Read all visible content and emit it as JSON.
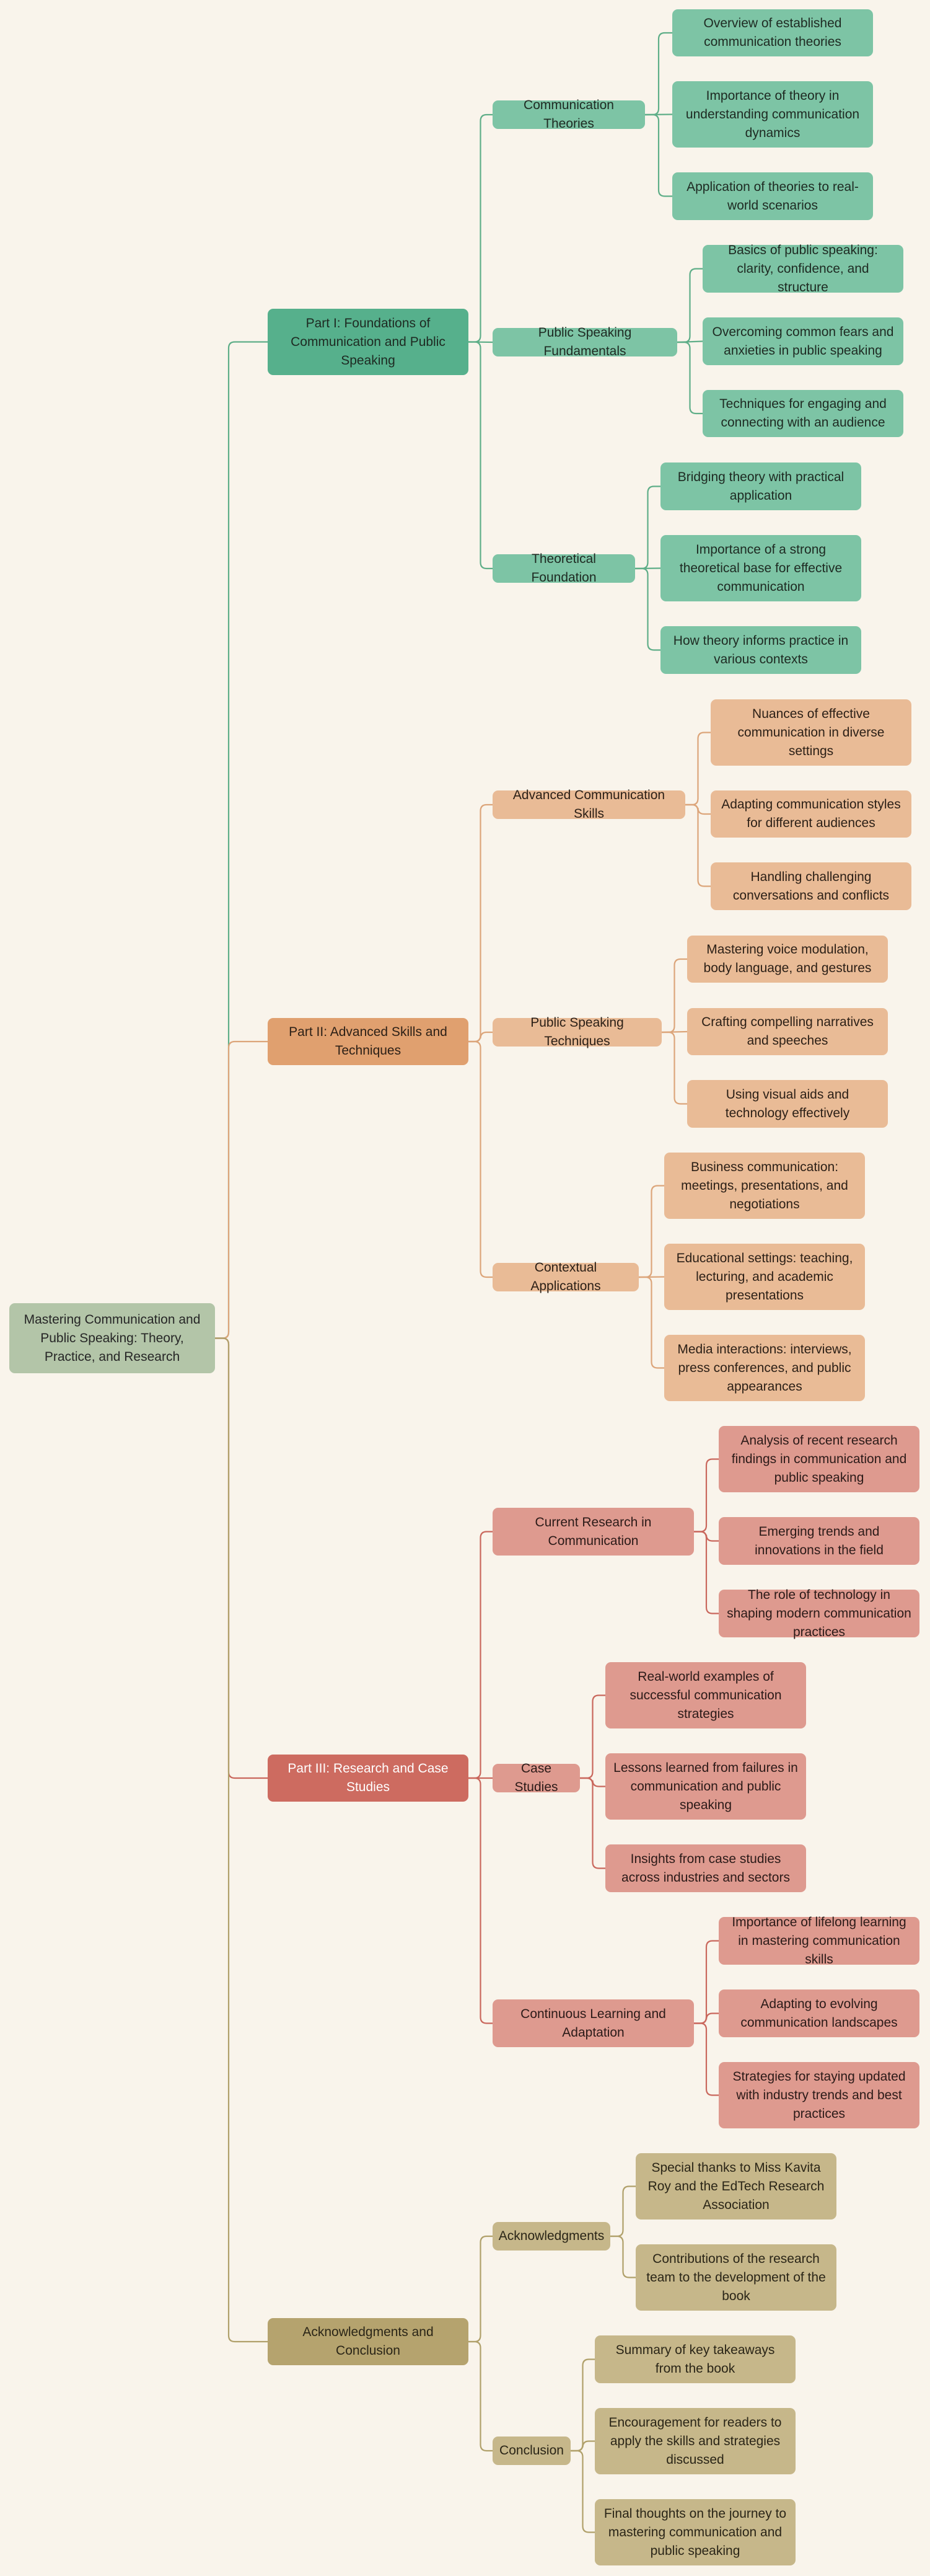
{
  "colors": {
    "background": "#f9f4eb",
    "root": "#b3c5a8",
    "part1": "#56b08c",
    "part1_leaf": "#7dc4a5",
    "part1_line": "#5fae88",
    "part2": "#e0a06f",
    "part2_leaf": "#e9bb96",
    "part2_line": "#dca57a",
    "part3": "#cd6b60",
    "part3_leaf": "#de9a8f",
    "part3_line": "#c9675c",
    "part4": "#b5a36e",
    "part4_leaf": "#c6b78a",
    "part4_line": "#b0a06a"
  },
  "mindmap": {
    "root": "Mastering Communication and Public Speaking: Theory, Practice, and Research",
    "parts": [
      {
        "label": "Part I: Foundations of Communication and Public Speaking",
        "topics": [
          {
            "label": "Communication Theories",
            "items": [
              "Overview of established communication theories",
              "Importance of theory in understanding communication dynamics",
              "Application of theories to real-world scenarios"
            ]
          },
          {
            "label": "Public Speaking Fundamentals",
            "items": [
              "Basics of public speaking: clarity, confidence, and structure",
              "Overcoming common fears and anxieties in public speaking",
              "Techniques for engaging and connecting with an audience"
            ]
          },
          {
            "label": "Theoretical Foundation",
            "items": [
              "Bridging theory with practical application",
              "Importance of a strong theoretical base for effective communication",
              "How theory informs practice in various contexts"
            ]
          }
        ]
      },
      {
        "label": "Part II: Advanced Skills and Techniques",
        "topics": [
          {
            "label": "Advanced Communication Skills",
            "items": [
              "Nuances of effective communication in diverse settings",
              "Adapting communication styles for different audiences",
              "Handling challenging conversations and conflicts"
            ]
          },
          {
            "label": "Public Speaking Techniques",
            "items": [
              "Mastering voice modulation, body language, and gestures",
              "Crafting compelling narratives and speeches",
              "Using visual aids and technology effectively"
            ]
          },
          {
            "label": "Contextual Applications",
            "items": [
              "Business communication: meetings, presentations, and negotiations",
              "Educational settings: teaching, lecturing, and academic presentations",
              "Media interactions: interviews, press conferences, and public appearances"
            ]
          }
        ]
      },
      {
        "label": "Part III: Research and Case Studies",
        "topics": [
          {
            "label": "Current Research in Communication",
            "items": [
              "Analysis of recent research findings in communication and public speaking",
              "Emerging trends and innovations in the field",
              "The role of technology in shaping modern communication practices"
            ]
          },
          {
            "label": "Case Studies",
            "items": [
              "Real-world examples of successful communication strategies",
              "Lessons learned from failures in communication and public speaking",
              "Insights from case studies across industries and sectors"
            ]
          },
          {
            "label": "Continuous Learning and Adaptation",
            "items": [
              "Importance of lifelong learning in mastering communication skills",
              "Adapting to evolving communication landscapes",
              "Strategies for staying updated with industry trends and best practices"
            ]
          }
        ]
      },
      {
        "label": "Acknowledgments and Conclusion",
        "topics": [
          {
            "label": "Acknowledgments",
            "items": [
              "Special thanks to Miss Kavita Roy and the EdTech Research Association",
              "Contributions of the research team to the development of the book"
            ]
          },
          {
            "label": "Conclusion",
            "items": [
              "Summary of key takeaways from the book",
              "Encouragement for readers to apply the skills and strategies discussed",
              "Final thoughts on the journey to mastering communication and public speaking"
            ]
          }
        ]
      }
    ]
  }
}
